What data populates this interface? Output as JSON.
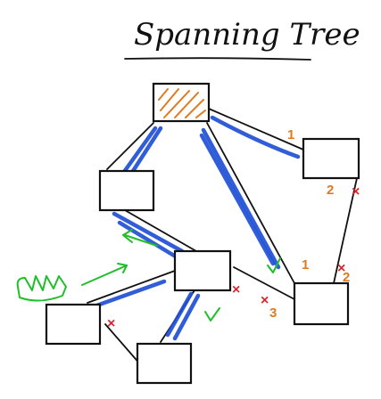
{
  "title": "Spanning Tree",
  "port_labels": {
    "top_right_upper": "1",
    "right_lower": "2",
    "bottom_right_upper": "1",
    "bottom_right_side": "2",
    "middle_right_link": "3"
  },
  "marks": {
    "blocked": "×",
    "allowed": "✓"
  },
  "colors": {
    "root_hatch": "#e07a1f",
    "tree_highlight": "#1f4fd6",
    "blocked_mark": "#d8262b",
    "direction_arrow": "#1fbf2a",
    "port_number": "#e07a1f"
  }
}
